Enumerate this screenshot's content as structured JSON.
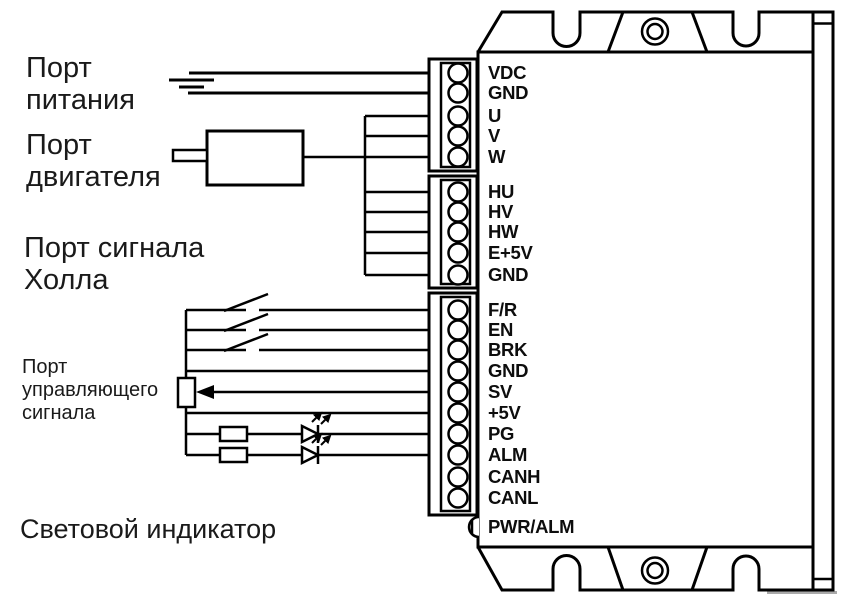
{
  "ports": {
    "power": [
      "Порт",
      "питания"
    ],
    "motor": [
      "Порт",
      "двигателя"
    ],
    "hall": [
      "Порт сигнала",
      "Холла"
    ],
    "control": [
      "Порт",
      "управляющего",
      "сигнала"
    ],
    "indicator": [
      "Световой индикатор"
    ]
  },
  "pins": {
    "power_block": [
      "VDC",
      "GND",
      "U",
      "V",
      "W"
    ],
    "hall_block": [
      "HU",
      "HV",
      "HW",
      "E+5V",
      "GND"
    ],
    "control_block": [
      "F/R",
      "EN",
      "BRK",
      "GND",
      "SV",
      "+5V",
      "PG",
      "ALM",
      "CANH",
      "CANL"
    ],
    "status_led": "PWR/ALM"
  },
  "colors": {
    "line": "#000000",
    "background": "#ffffff",
    "shadow": "#aaaaaa"
  }
}
